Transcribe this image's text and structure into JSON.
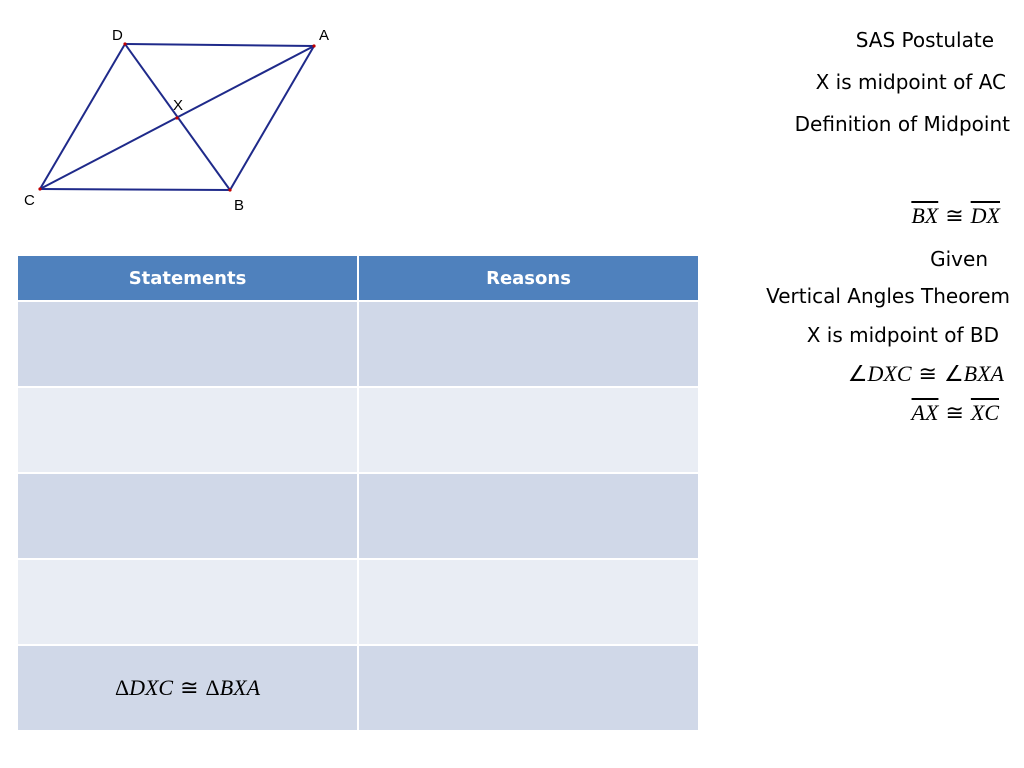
{
  "figure": {
    "vertex_labels": {
      "A": "A",
      "B": "B",
      "C": "C",
      "D": "D",
      "X": "X"
    },
    "line_color": "#1f2a8a",
    "point_color": "#c00000"
  },
  "reasons_bank": [
    {
      "id": "sas",
      "text": "SAS Postulate"
    },
    {
      "id": "mid-ac",
      "text": "X is midpoint of AC"
    },
    {
      "id": "def-mid",
      "text": "Definition of Midpoint"
    },
    {
      "id": "bx-dx",
      "seg1": "BX",
      "cong": "≅",
      "seg2": "DX"
    },
    {
      "id": "given",
      "text": "Given"
    },
    {
      "id": "vat",
      "text": "Vertical Angles Theorem"
    },
    {
      "id": "mid-bd",
      "text": "X is midpoint of BD"
    },
    {
      "id": "angles",
      "ang_sym": "∠",
      "ang1": "DXC",
      "cong": "≅",
      "ang2": "BXA"
    },
    {
      "id": "ax-xc",
      "seg1": "AX",
      "cong": "≅",
      "seg2": "XC"
    }
  ],
  "table": {
    "headers": [
      "Statements",
      "Reasons"
    ],
    "header_color": "#4f81bd",
    "row_colors": [
      "#d0d8e8",
      "#e9edf4"
    ],
    "final_statement": {
      "tri_sym": "Δ",
      "t1": "DXC",
      "cong": "≅",
      "t2": "BXA"
    }
  }
}
